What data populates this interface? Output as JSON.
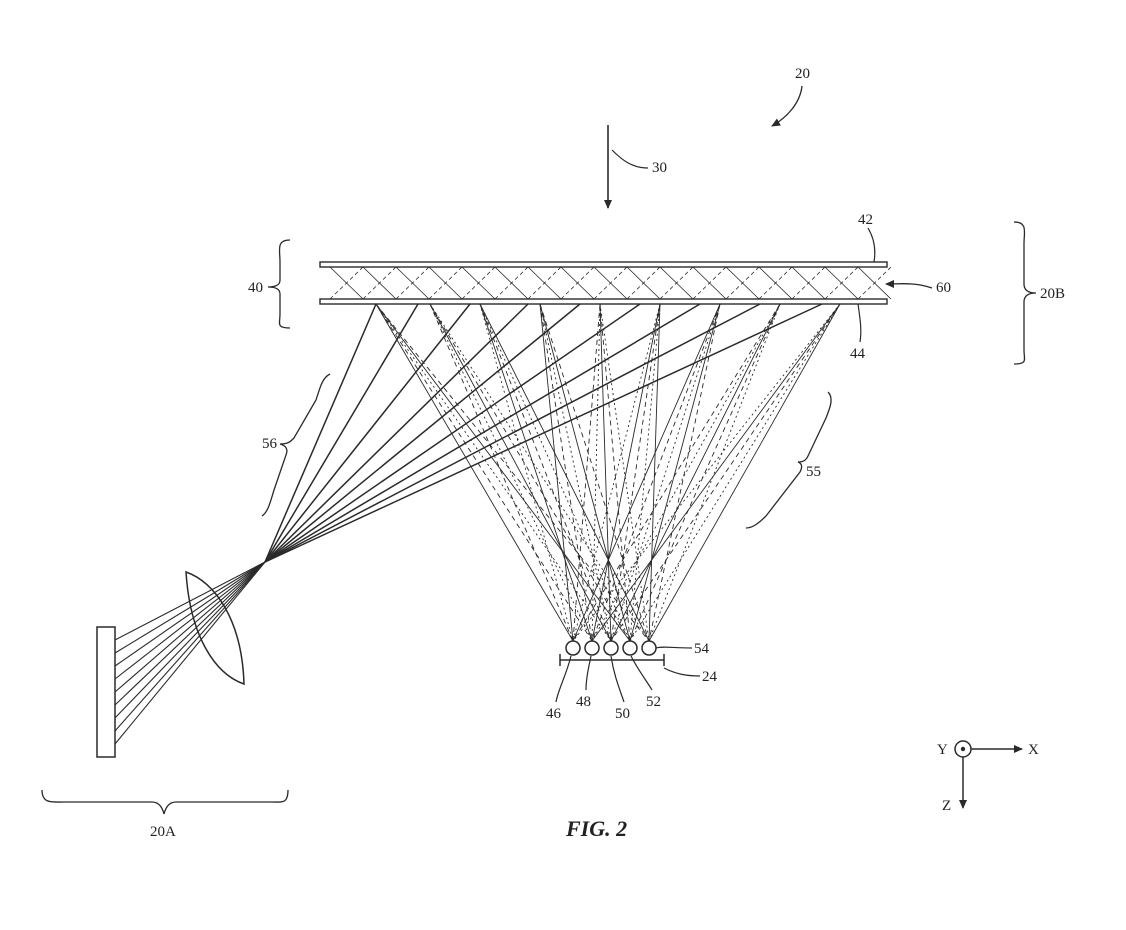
{
  "figure": {
    "caption": "FIG. 2",
    "labels": {
      "system": "20",
      "input_light": "30",
      "grating_stack": "40",
      "top_plate": "42",
      "bottom_plate": "44",
      "gap": "60",
      "right_subsystem": "20B",
      "left_subsystem": "20A",
      "converging_beams": "56",
      "diverging_beams": "55",
      "sensor_board": "24",
      "sensor_46": "46",
      "sensor_48": "48",
      "sensor_50": "50",
      "sensor_52": "52",
      "sensor_54": "54"
    },
    "axes": {
      "x": "X",
      "y": "Y",
      "z": "Z"
    }
  }
}
